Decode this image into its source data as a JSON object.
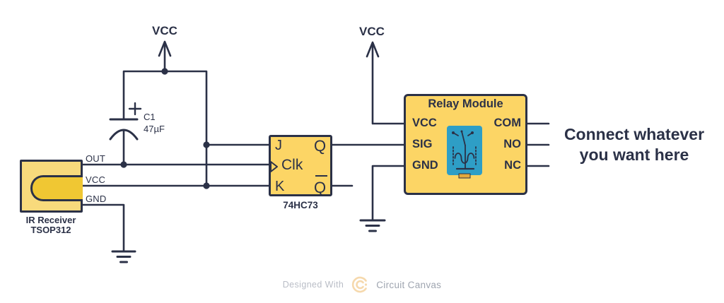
{
  "colors": {
    "stroke": "#2b3147",
    "component_fill": "#fcd565",
    "ir_fill": "#f8da7c",
    "ir_bulb": "#f0c733",
    "relay_icon_bg": "#2e9ec6",
    "relay_tab": "#e3a93c",
    "watermark_gray": "#b9bdc6",
    "logo_tan": "#f6d9ad"
  },
  "power": {
    "vcc_left": "VCC",
    "vcc_right": "VCC"
  },
  "ir_receiver": {
    "pins": [
      "OUT",
      "VCC",
      "GND"
    ],
    "name": "IR Receiver",
    "part": "TSOP312"
  },
  "capacitor": {
    "ref": "C1",
    "value": "47µF",
    "polarity": "+"
  },
  "flip_flop": {
    "pin_j": "J",
    "pin_clk": "Clk",
    "pin_k": "K",
    "pin_q": "Q",
    "pin_q_bar": "Q",
    "part": "74HC73"
  },
  "relay_module": {
    "title": "Relay Module",
    "left_pins": [
      "VCC",
      "SIG",
      "GND"
    ],
    "right_pins": [
      "COM",
      "NO",
      "NC"
    ]
  },
  "note": {
    "line1": "Connect whatever",
    "line2": "you want here"
  },
  "watermark": {
    "prefix": "Designed With",
    "brand": "Circuit Canvas"
  }
}
